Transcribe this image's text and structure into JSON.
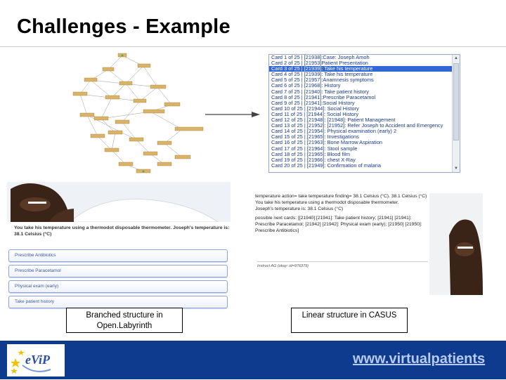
{
  "slide": {
    "title": "Challenges - Example"
  },
  "card_list": {
    "selected_index": 2,
    "items": [
      "Card 1 of 25 | [21938]:Case: Joseph Amoh",
      "Card 2 of 25 | [21953]Patient Presentation",
      "Card 3 of 25 | [21939]: Take his temperature",
      "Card 4 of 25 | [21939]: Take his temperature",
      "Card 5 of 25 | [21957]:Anamnesis symptoms",
      "Card 6 of 25 | [21968]: History",
      "Card 7 of 25 | [21940]: Take patient history",
      "Card 8 of 25 | [21941]:Prescribe Paracetamol",
      "Card 9 of 25 | [21941]:Social History",
      "Card 10 of 25 | [21944]: Social History",
      "Card 11 of 25 | [21944]: Social History",
      "Card 12 of 25 | [21948]: [21948]: Patient Management",
      "Card 13 of 25 | [21952]: [21952]: Refer Joseph to Accident and Emergency",
      "Card 14 of 25 | [21954]: Physical examination (early) 2",
      "Card 15 of 25 | [21965]: Investigations",
      "Card 16 of 25 | [21963]: Bone Marrow Aspiration",
      "Card 17 of 25 | [21964]: Stool sample",
      "Card 18 of 25 | [21965]: Blood film",
      "Card 19 of 25 | [21966]: chest X-Ray",
      "Card 20 of 25 | [21949]: Confirmation of malaria"
    ]
  },
  "openlabyrinth": {
    "case_text": "You take his temperature using a thermodot disposable thermometer. Joseph's temperature is: 38.1 Celsius (°C)",
    "options": [
      "Prescribe Antibiotics",
      "Prescribe Paracetamol",
      "Physical exam (early)",
      "Take patient history"
    ]
  },
  "casus": {
    "lines": [
      "temperature action= take temperature finding= 38.1 Celsius (°C). 38.1 Celsius (°C)",
      "You take his temperature using a thermodot disposable thermometer.",
      "Joseph's temperature is: 38.1 Celsius (°C)",
      "possible next cards: [[21940]:[21941]: Take patient history; [21941] [21941]: Prescribe Paracetamol; [21942] [21942]: Physical exam (early); [21950] [21950]: Prescribe Antibiotics]"
    ],
    "footer": "Instruct AG (okay: id=976379)"
  },
  "captions": {
    "left": "Branched structure in Open.Labyrinth",
    "right": "Linear structure in CASUS"
  },
  "footer": {
    "url": "www.virtualpatients",
    "logo_text": "eViP"
  },
  "colors": {
    "footer_bg": "#0e3b8e",
    "selection": "#3367d6",
    "link_text": "#1a3a8c"
  }
}
